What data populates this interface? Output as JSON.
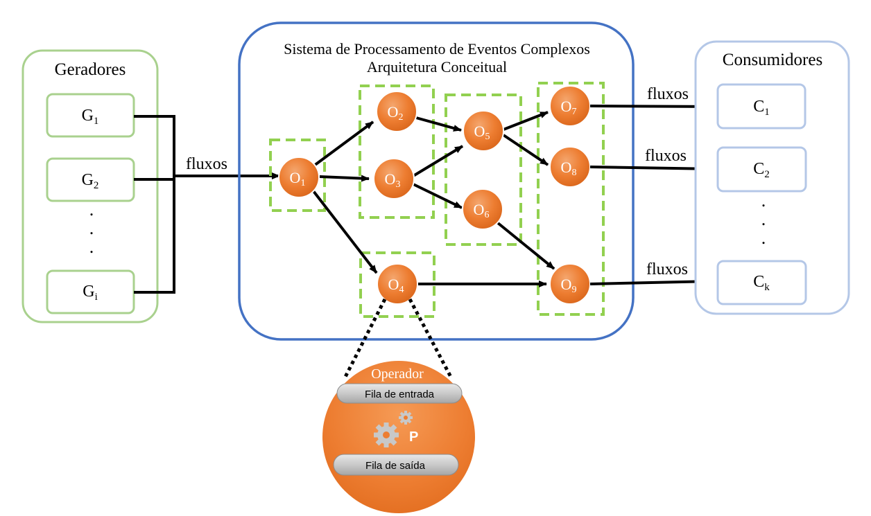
{
  "generators": {
    "title": "Geradores",
    "items": [
      {
        "letter": "G",
        "sub": "1"
      },
      {
        "letter": "G",
        "sub": "2"
      },
      {
        "letter": "G",
        "sub": "i"
      }
    ],
    "ellipsis": "."
  },
  "system": {
    "title_line1": "Sistema de Processamento de Eventos Complexos",
    "title_line2": "Arquitetura Conceitual"
  },
  "consumers": {
    "title": "Consumidores",
    "items": [
      {
        "letter": "C",
        "sub": "1"
      },
      {
        "letter": "C",
        "sub": "2"
      },
      {
        "letter": "C",
        "sub": "k"
      }
    ],
    "ellipsis": "."
  },
  "flows": {
    "input_label": "fluxos",
    "output_labels": [
      "fluxos",
      "fluxos",
      "fluxos"
    ]
  },
  "operators": [
    {
      "letter": "O",
      "sub": "1"
    },
    {
      "letter": "O",
      "sub": "2"
    },
    {
      "letter": "O",
      "sub": "3"
    },
    {
      "letter": "O",
      "sub": "4"
    },
    {
      "letter": "O",
      "sub": "5"
    },
    {
      "letter": "O",
      "sub": "6"
    },
    {
      "letter": "O",
      "sub": "7"
    },
    {
      "letter": "O",
      "sub": "8"
    },
    {
      "letter": "O",
      "sub": "9"
    }
  ],
  "operator_detail": {
    "title": "Operador",
    "input_queue": "Fila de entrada",
    "output_queue": "Fila de saída",
    "process_symbol": "P"
  },
  "colors": {
    "generators_border": "#a9d18e",
    "system_border": "#4472c4",
    "consumers_border": "#b4c7e7",
    "group_dash": "#92d050",
    "operator_fill": "#ed7d31",
    "operator_highlight": "#f4a66e"
  }
}
